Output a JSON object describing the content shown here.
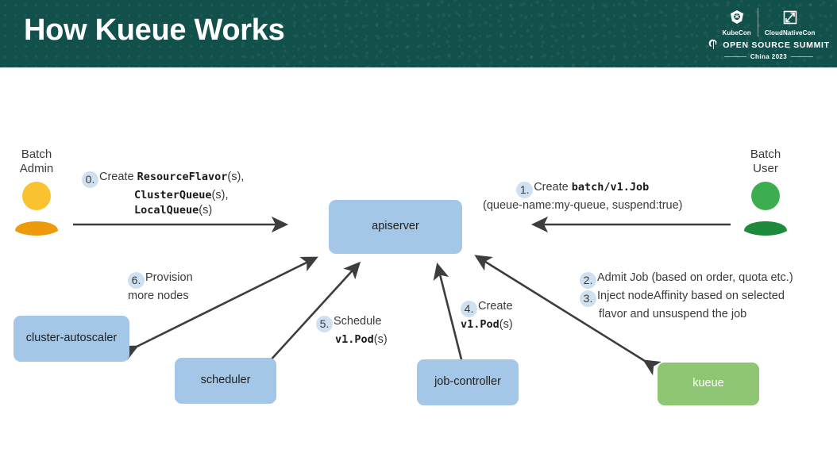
{
  "header": {
    "title": "How Kueue Works",
    "background_color": "#12504c",
    "title_color": "#ffffff",
    "logo": {
      "kubecon_label": "KubeCon",
      "cloudnativecon_label": "CloudNativeCon",
      "summit_label": "OPEN SOURCE SUMMIT",
      "edition_label": "China 2023"
    }
  },
  "diagram": {
    "actors": [
      {
        "id": "batch-admin",
        "label": "Batch\nAdmin",
        "head_color": "#f9c22e",
        "body_color": "#ed9b0c"
      },
      {
        "id": "batch-user",
        "label": "Batch\nUser",
        "head_color": "#3cae4f",
        "body_color": "#1e8a3c"
      }
    ],
    "nodes": [
      {
        "id": "apiserver",
        "label": "apiserver",
        "color": "#a4c7e8",
        "text_color": "#1f1f1f"
      },
      {
        "id": "cluster-autoscaler",
        "label": "cluster-autoscaler",
        "color": "#a4c7e8",
        "text_color": "#1f1f1f"
      },
      {
        "id": "scheduler",
        "label": "scheduler",
        "color": "#a4c7e8",
        "text_color": "#1f1f1f"
      },
      {
        "id": "job-controller",
        "label": "job-controller",
        "color": "#a4c7e8",
        "text_color": "#1f1f1f"
      },
      {
        "id": "kueue",
        "label": "kueue",
        "color": "#8fc674",
        "text_color": "#ffffff"
      }
    ],
    "steps": [
      {
        "num": "0.",
        "line1_plain": "Create ",
        "line1_code": "ResourceFlavor",
        "line1_tail": "(s),",
        "line2_code": "ClusterQueue",
        "line2_tail": "(s),",
        "line3_code": "LocalQueue",
        "line3_tail": "(s)"
      },
      {
        "num": "1.",
        "line1_plain": "Create ",
        "line1_code": "batch/v1.Job",
        "line2_plain": "(queue-name:my-queue, suspend:true)"
      },
      {
        "num": "2.",
        "text": "Admit Job (based on order, quota etc.)"
      },
      {
        "num": "3.",
        "line1": "Inject nodeAffinity based on selected",
        "line2": "flavor and unsuspend the job"
      },
      {
        "num": "4.",
        "line1_plain": "Create",
        "line2_code": "v1.Pod",
        "line2_tail": "(s)"
      },
      {
        "num": "5.",
        "line1_plain": "Schedule",
        "line2_code": "v1.Pod",
        "line2_tail": "(s)"
      },
      {
        "num": "6.",
        "line1": "Provision",
        "line2": "more nodes"
      }
    ]
  }
}
